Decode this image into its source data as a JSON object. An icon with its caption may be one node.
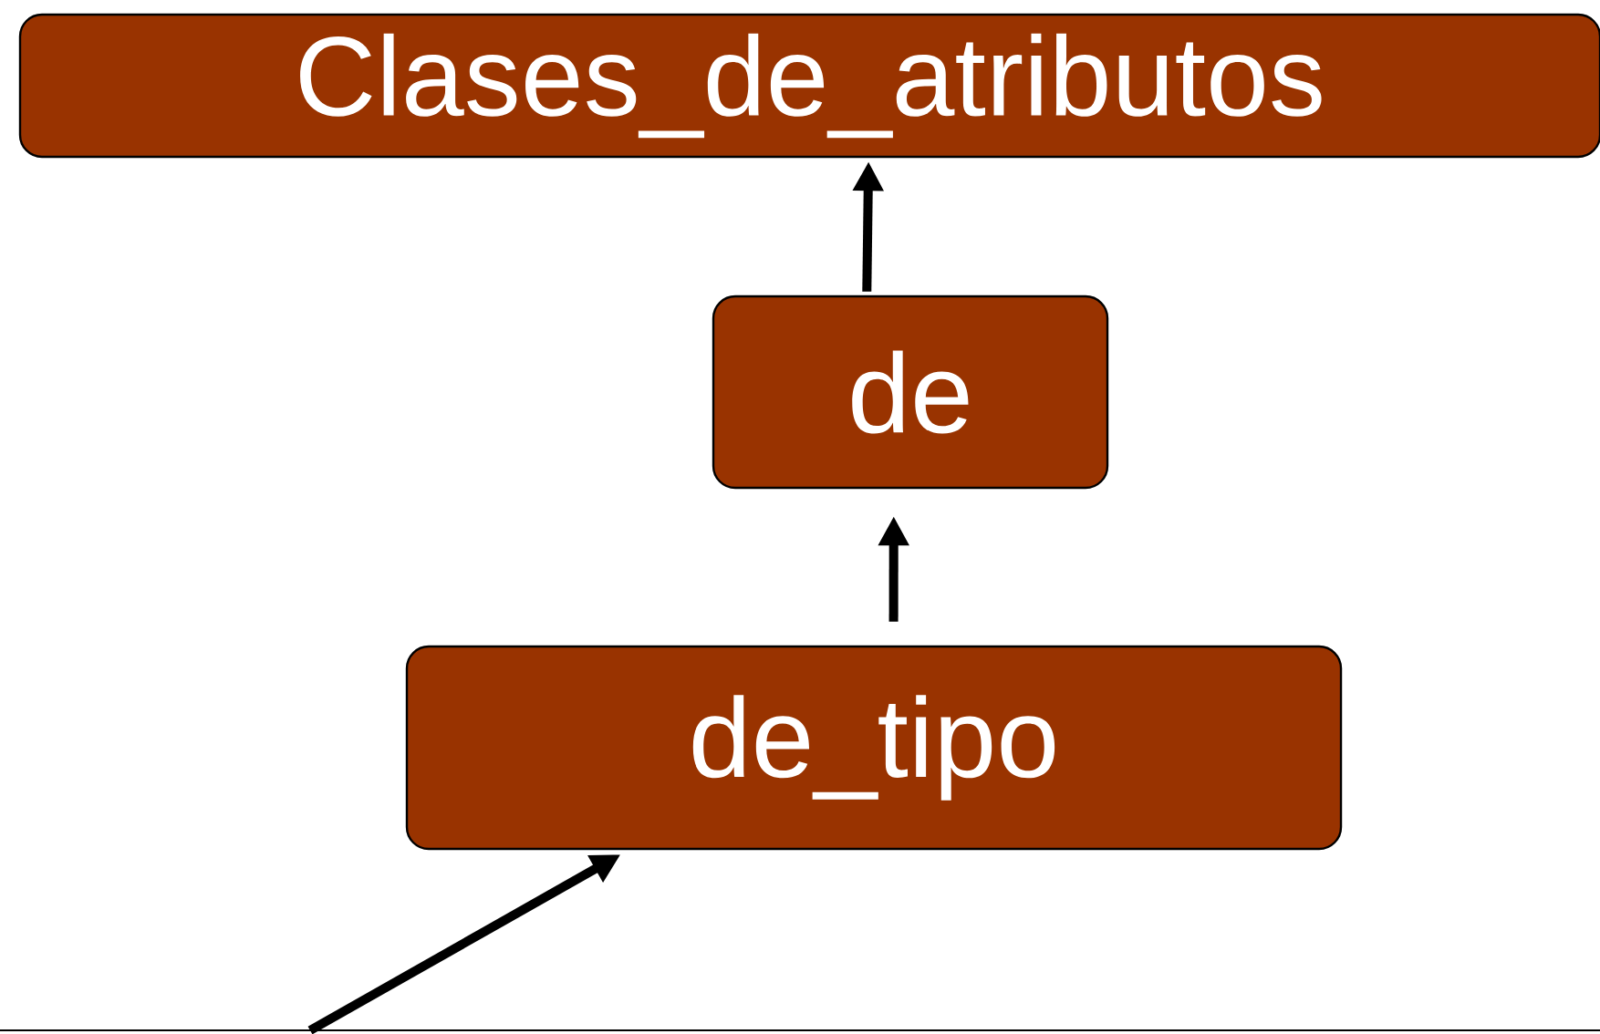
{
  "diagram": {
    "nodes": [
      {
        "text": [
          "Clases_de_atributos"
        ]
      },
      {
        "text": [
          "de"
        ]
      },
      {
        "text": [
          "de_tipo"
        ]
      }
    ],
    "edges": [
      {
        "from": 1,
        "to": 0,
        "arrow": "to"
      },
      {
        "from": 2,
        "to": 1,
        "arrow": "to"
      },
      {
        "from": null,
        "to": 2,
        "arrow": "to"
      }
    ]
  }
}
